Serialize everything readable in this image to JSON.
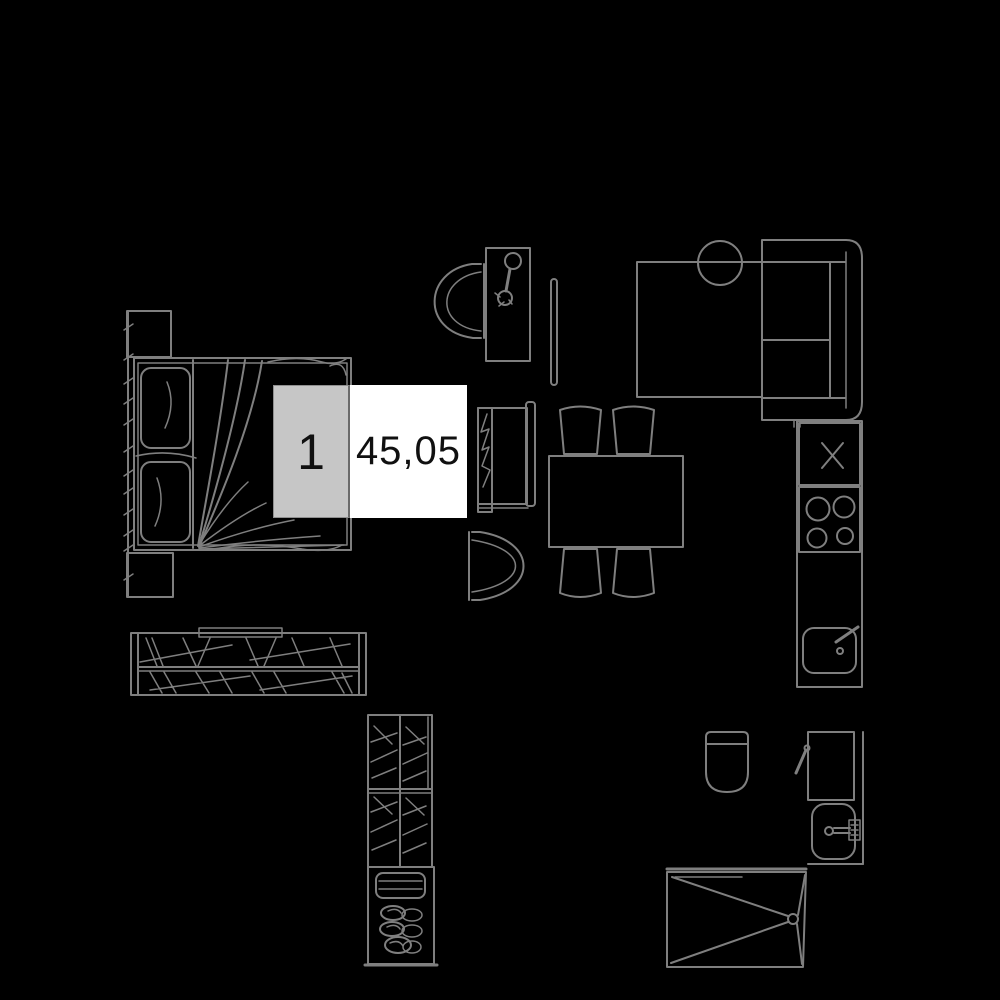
{
  "unit": {
    "number": "1",
    "area": "45,05"
  },
  "colors": {
    "background": "#000000",
    "line": "#7f7f7f",
    "badge-number-bg": "#c6c6c6",
    "badge-number-border": "#8f8f8f",
    "badge-divider": "#6a6a6a",
    "badge-area-bg": "#ffffff",
    "badge-text": "#101010"
  },
  "furniture": [
    "double-bed",
    "nightstand",
    "radiator-wall-line",
    "dresser-long",
    "wardrobe-tall",
    "washing-machine",
    "armchair",
    "floor-lamp",
    "mirror",
    "tv-stand",
    "tv",
    "dining-table",
    "chair",
    "rug",
    "plant",
    "sofa",
    "refrigerator",
    "stove",
    "kitchen-sink",
    "kitchen-counter",
    "toilet",
    "vanity-cabinet",
    "bathroom-sink",
    "shower"
  ]
}
